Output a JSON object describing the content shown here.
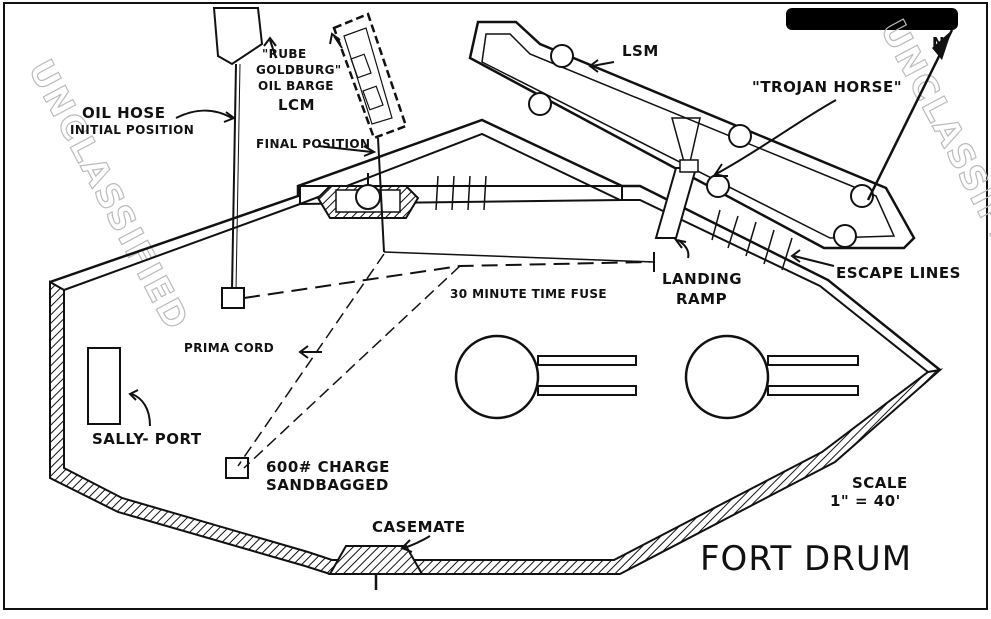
{
  "title": "FORT DRUM",
  "scale": {
    "line1": "SCALE",
    "line2": "1\" = 40'"
  },
  "labels": {
    "lsm": "LSM",
    "trojan_horse": "\"TROJAN HORSE\"",
    "rube_1": "\"RUBE",
    "rube_2": "GOLDBURG\"",
    "rube_3": "OIL BARGE",
    "lcm": "LCM",
    "oil_hose_1": "OIL HOSE",
    "oil_hose_2": "INITIAL POSITION",
    "final_position": "FINAL POSITION",
    "time_fuse": "30 MINUTE TIME FUSE",
    "landing_ramp_1": "LANDING",
    "landing_ramp_2": "RAMP",
    "escape_lines": "ESCAPE LINES",
    "prima_cord": "PRIMA CORD",
    "sally_port": "SALLY- PORT",
    "charge_1": "600# CHARGE",
    "charge_2": "SANDBAGGED",
    "casemate": "CASEMATE"
  },
  "watermark": "UNCLASSIFIED",
  "colors": {
    "ink": "#111111",
    "paper": "#ffffff",
    "watermark": "#bbbbbb",
    "redaction": "#000000"
  }
}
